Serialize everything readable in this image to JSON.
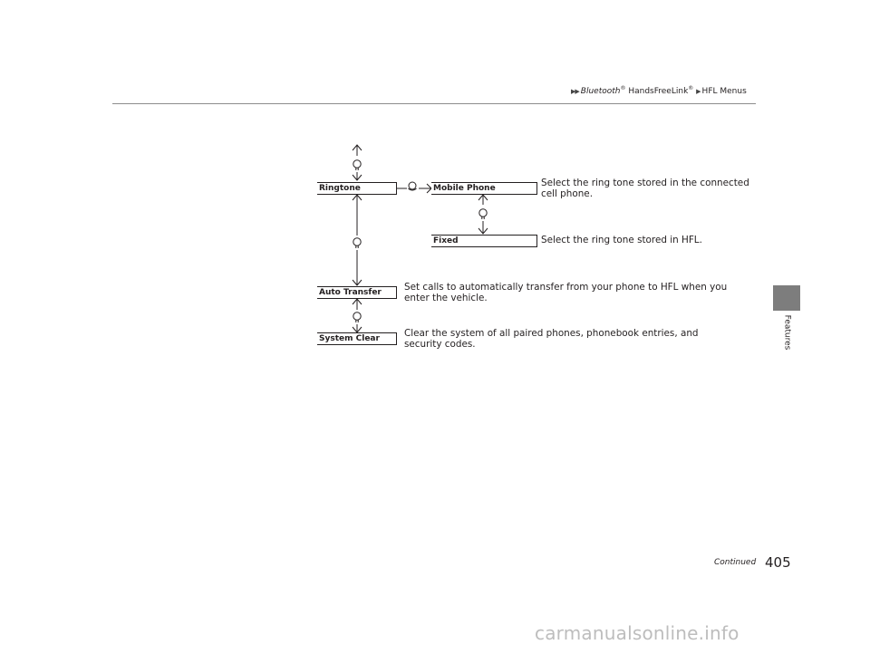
{
  "header": {
    "crumb1": "Bluetooth",
    "crumb1_reg": "®",
    "crumb2": "HandsFreeLink",
    "crumb2_reg": "®",
    "crumb3": "HFL Menus"
  },
  "side_tab": {
    "label": "Features"
  },
  "diagram": {
    "ringtone": {
      "label": "Ringtone"
    },
    "mobile_phone": {
      "label": "Mobile Phone",
      "description": "Select the ring tone stored in the connected cell phone."
    },
    "fixed": {
      "label": "Fixed",
      "description": "Select the ring tone stored in HFL."
    },
    "auto_transfer": {
      "label": "Auto Transfer",
      "description": "Set calls to automatically transfer from your phone to HFL when you enter the vehicle."
    },
    "system_clear": {
      "label": "System Clear",
      "description": "Clear the system of all paired phones, phonebook entries, and security codes."
    }
  },
  "footer": {
    "continued": "Continued",
    "page_number": "405",
    "watermark": "carmanualsonline.info"
  }
}
